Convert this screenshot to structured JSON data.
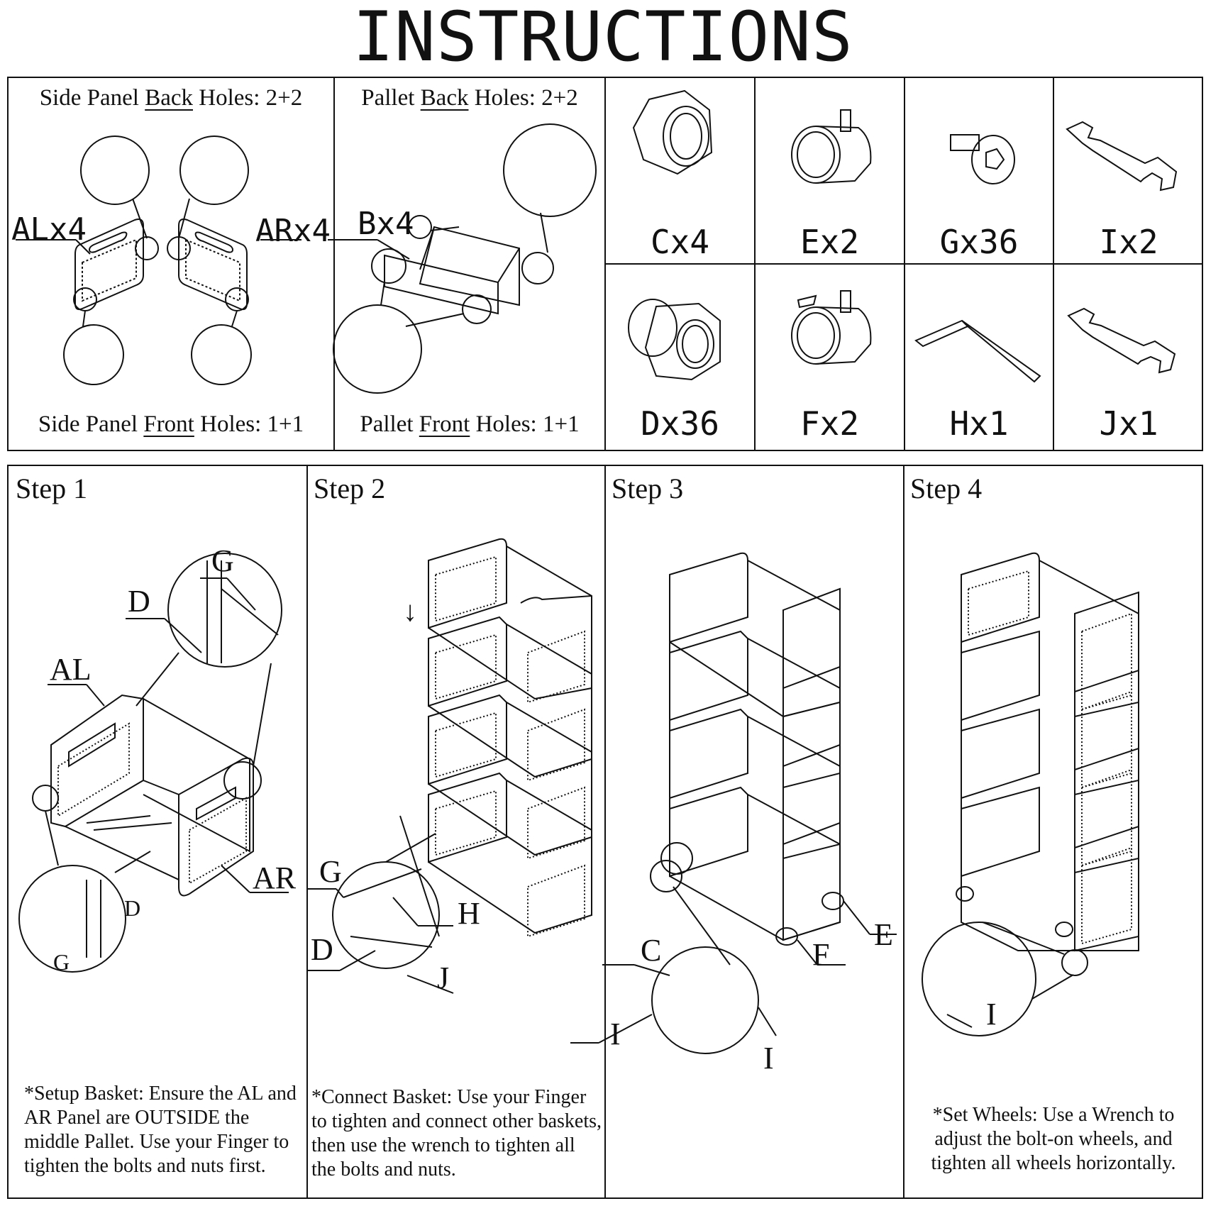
{
  "title": "INSTRUCTIONS",
  "panels": {
    "side_back": {
      "prefix": "Side Panel ",
      "word": "Back",
      "suffix": " Holes: 2+2"
    },
    "side_front": {
      "prefix": "Side Panel ",
      "word": "Front",
      "suffix": " Holes: 1+1"
    },
    "pallet_back": {
      "prefix": "Pallet ",
      "word": "Back",
      "suffix": " Holes: 2+2"
    },
    "pallet_front": {
      "prefix": "Pallet ",
      "word": "Front",
      "suffix": " Holes: 1+1"
    },
    "al_label": "ALx4",
    "ar_label": "ARx4",
    "b_label": "Bx4"
  },
  "parts": [
    {
      "label": "Cx4",
      "icon": "nut-cap-icon"
    },
    {
      "label": "Ex2",
      "icon": "caster-wheel-icon"
    },
    {
      "label": "Gx36",
      "icon": "bolt-icon"
    },
    {
      "label": "Ix2",
      "icon": "wrench-icon"
    },
    {
      "label": "Dx36",
      "icon": "cap-nut-icon"
    },
    {
      "label": "Fx2",
      "icon": "brake-caster-icon"
    },
    {
      "label": "Hx1",
      "icon": "hex-key-icon"
    },
    {
      "label": "Jx1",
      "icon": "small-wrench-icon"
    }
  ],
  "steps": [
    {
      "label": "Step 1",
      "callouts": [
        "G",
        "D",
        "AL",
        "AR",
        "D",
        "G"
      ],
      "note": "*Setup Basket: Ensure the AL and AR Panel are OUTSIDE the middle Pallet. Use your Finger to tighten the bolts and nuts first."
    },
    {
      "label": "Step 2",
      "callouts": [
        "G",
        "H",
        "D",
        "J"
      ],
      "arrow": "↓",
      "note": "*Connect Basket: Use your Finger to tighten and connect other baskets, then use the wrench to tighten all the bolts and nuts."
    },
    {
      "label": "Step 3",
      "callouts": [
        "C",
        "E",
        "F",
        "I",
        "I"
      ],
      "note": ""
    },
    {
      "label": "Step 4",
      "callouts": [
        "I"
      ],
      "note": "*Set Wheels: Use a Wrench to adjust the bolt-on wheels, and tighten all wheels horizontally."
    }
  ]
}
